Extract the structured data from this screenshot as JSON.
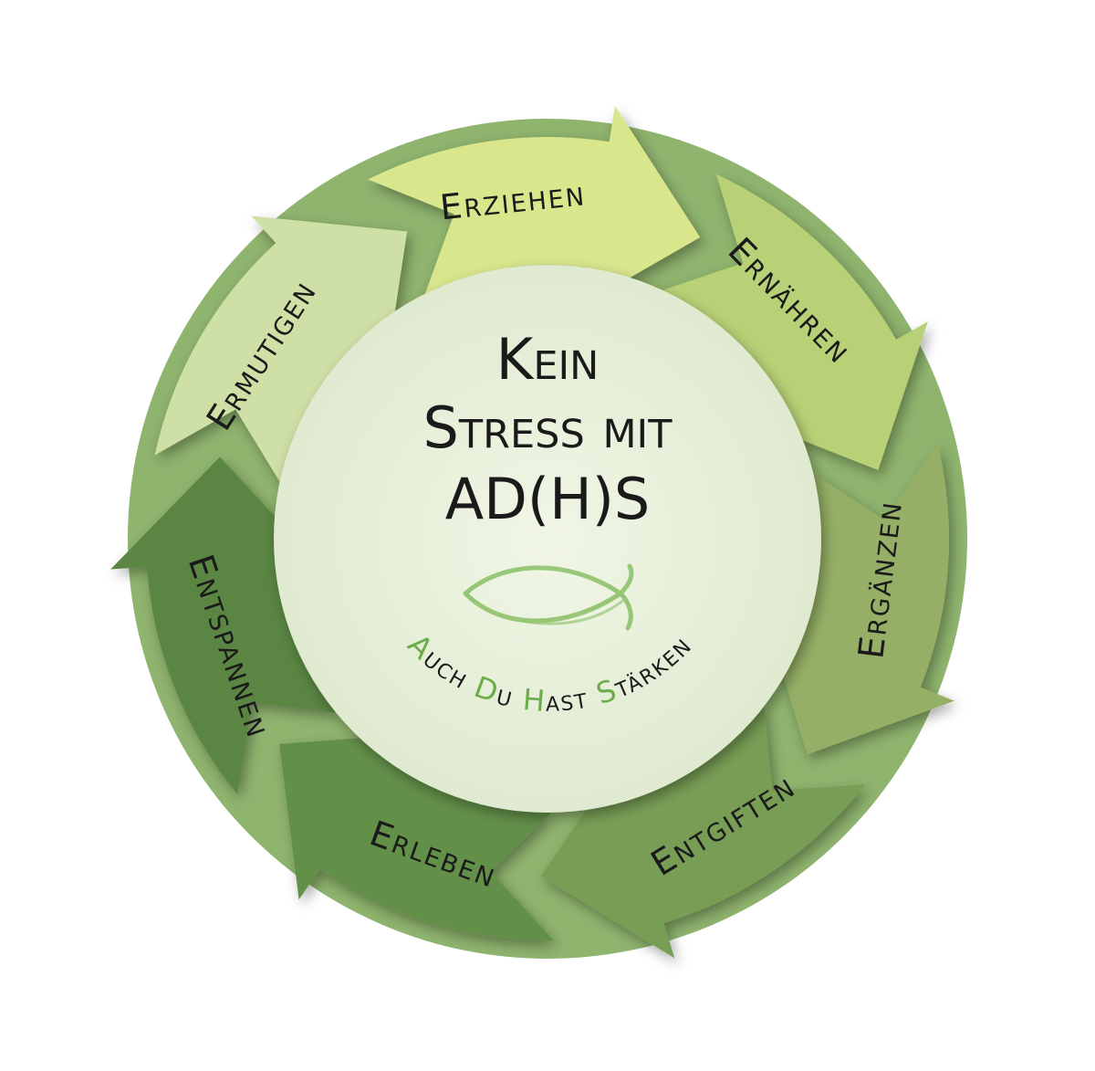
{
  "center": {
    "title_lines": [
      "Kein",
      "Stress mit",
      "AD(H)S"
    ],
    "tagline": {
      "parts": [
        {
          "text": "A",
          "highlight": true
        },
        {
          "text": "uch ",
          "highlight": false
        },
        {
          "text": "D",
          "highlight": true
        },
        {
          "text": "u ",
          "highlight": false
        },
        {
          "text": "H",
          "highlight": true
        },
        {
          "text": "ast ",
          "highlight": false
        },
        {
          "text": "S",
          "highlight": true
        },
        {
          "text": "tärken",
          "highlight": false
        }
      ]
    },
    "icon": "fish-icon"
  },
  "segments": [
    {
      "label": "Ermutigen",
      "color": "#cfe0a6"
    },
    {
      "label": "Erziehen",
      "color": "#d9e68c"
    },
    {
      "label": "Ernähren",
      "color": "#b8d176"
    },
    {
      "label": "Ergänzen",
      "color": "#95b066"
    },
    {
      "label": "Entgiften",
      "color": "#789e55"
    },
    {
      "label": "Erleben",
      "color": "#64904a"
    },
    {
      "label": "Entspannen",
      "color": "#5a8543"
    }
  ],
  "colors": {
    "ring_base": "#8fb46e",
    "inner_disc": "#e6efd4",
    "inner_glow": "#f1f6e6",
    "accent": "#6cac4a",
    "text": "#1a1a1a"
  }
}
